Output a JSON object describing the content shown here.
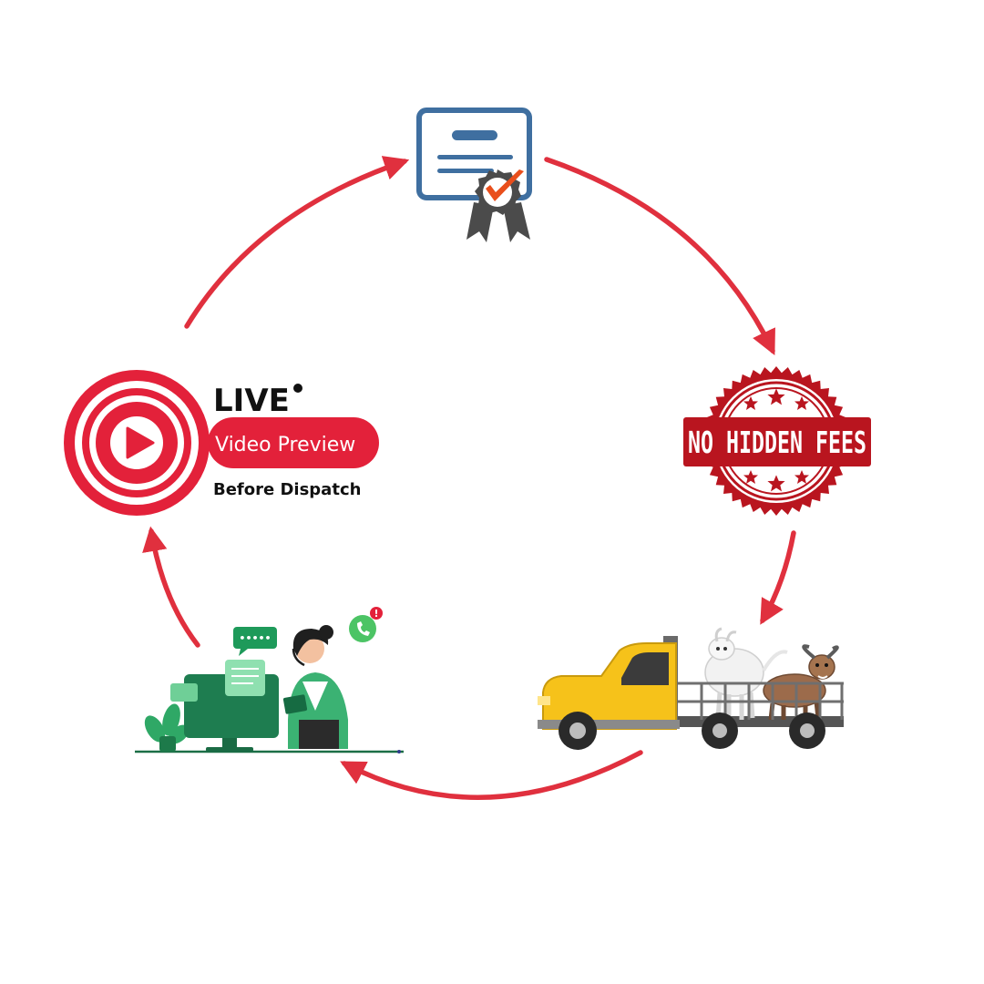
{
  "live_badge": {
    "live_label": "LIVE",
    "video_label": "Video Preview",
    "dispatch_label": "Before Dispatch"
  },
  "stamp": {
    "text": "NO HIDDEN FEES"
  },
  "support": {
    "notification_count": "!",
    "bubble_text": "•••••"
  },
  "colors": {
    "arrow": "#e0303e",
    "brand_red": "#e3213a",
    "stamp_red": "#b9151f",
    "cert_blue": "#3f6fa0",
    "truck_yellow": "#f6c21a",
    "support_green": "#1e9a5a"
  },
  "icons": {
    "certificate": "certificate-icon",
    "play": "play-icon",
    "stamp": "no-hidden-fees-stamp",
    "truck": "livestock-truck-illustration",
    "support": "customer-support-illustration",
    "chat": "whatsapp-icon"
  }
}
